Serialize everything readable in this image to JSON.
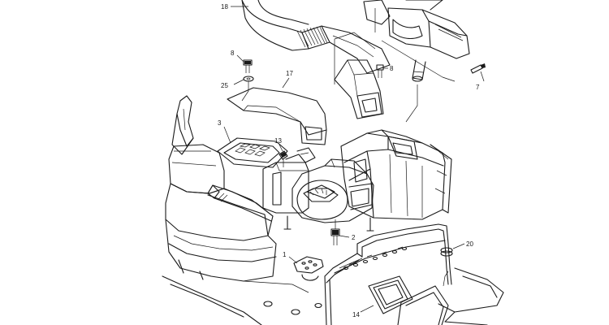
{
  "diagram": {
    "callouts": [
      {
        "id": "c18",
        "label": "18"
      },
      {
        "id": "c8a",
        "label": "8"
      },
      {
        "id": "c25",
        "label": "25"
      },
      {
        "id": "c17",
        "label": "17"
      },
      {
        "id": "c8b",
        "label": "8"
      },
      {
        "id": "c7",
        "label": "7"
      },
      {
        "id": "c3",
        "label": "3"
      },
      {
        "id": "c13",
        "label": "13"
      },
      {
        "id": "c2",
        "label": "2"
      },
      {
        "id": "c1",
        "label": "1"
      },
      {
        "id": "c20",
        "label": "20"
      },
      {
        "id": "c14",
        "label": "14"
      }
    ]
  }
}
